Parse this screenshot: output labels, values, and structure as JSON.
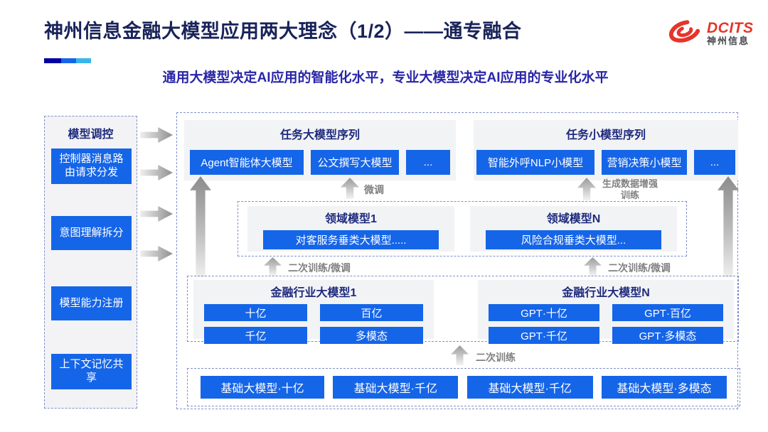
{
  "header": {
    "title": "神州信息金融大模型应用两大理念（1/2）——通专融合",
    "subtitle": "通用大模型决定AI应用的智能化水平，专业大模型决定AI应用的专业化水平",
    "logo": {
      "brand": "DCITS",
      "brand_cn": "神州信息"
    }
  },
  "colors": {
    "brand_red": "#e5352b",
    "button_blue": "#1565e8",
    "title_navy": "#192359",
    "subtitle_blue": "#2926a7",
    "accent_segments": [
      "#0000a0",
      "#1565e8",
      "#3ab5ec"
    ]
  },
  "sidebar": {
    "title": "模型调控",
    "items": [
      "控制器消息路由请求分发",
      "意图理解拆分",
      "模型能力注册",
      "上下文记忆共享"
    ]
  },
  "main": {
    "task_large": {
      "title": "任务大模型序列",
      "items": [
        "Agent智能体大模型",
        "公文撰写大模型",
        "..."
      ]
    },
    "task_small": {
      "title": "任务小模型序列",
      "items": [
        "智能外呼NLP小模型",
        "营销决策小模型",
        "..."
      ]
    },
    "domain": {
      "groups": [
        {
          "title": "领域模型1",
          "item": "对客服务垂类大模型....."
        },
        {
          "title": "领域模型N",
          "item": "风险合规垂类大模型..."
        }
      ]
    },
    "industry": {
      "groups": [
        {
          "title": "金融行业大模型1",
          "items": [
            "十亿",
            "百亿",
            "千亿",
            "多模态"
          ]
        },
        {
          "title": "金融行业大模型N",
          "items": [
            "GPT·十亿",
            "GPT·百亿",
            "GPT·千亿",
            "GPT·多模态"
          ]
        }
      ]
    },
    "base_models": [
      "基础大模型·十亿",
      "基础大模型·千亿",
      "基础大模型·千亿",
      "基础大模型·多模态"
    ],
    "arrows": {
      "finetune": "微调",
      "gen_data": "生成数据增强训练",
      "secondary_finetune": "二次训练/微调",
      "secondary": "二次训练"
    }
  }
}
